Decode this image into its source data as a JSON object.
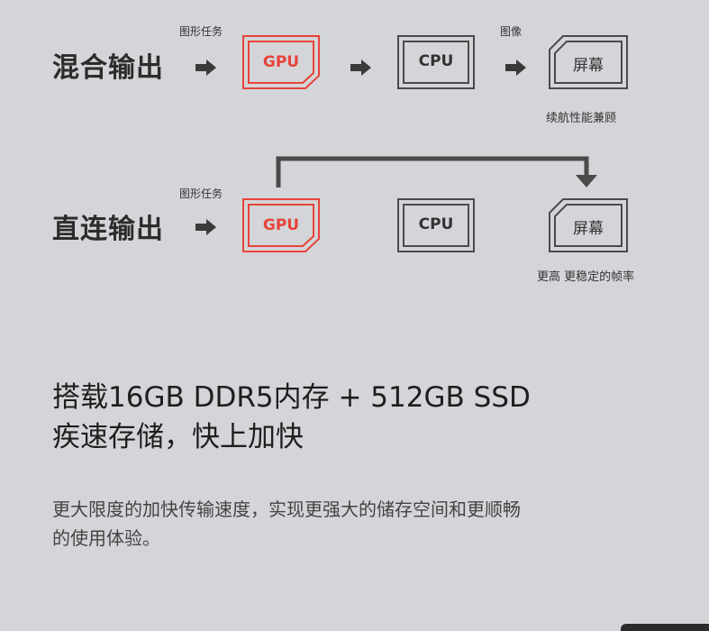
{
  "hybrid": {
    "label": "混合输出",
    "task_label": "图形任务",
    "image_label": "图像",
    "gpu": "GPU",
    "cpu": "CPU",
    "screen": "屏幕",
    "caption": "续航性能兼顾"
  },
  "direct": {
    "label": "直连输出",
    "task_label": "图形任务",
    "gpu": "GPU",
    "cpu": "CPU",
    "screen": "屏幕",
    "caption": "更高 更稳定的帧率"
  },
  "feature": {
    "headline_line1": "搭载16GB DDR5内存 + 512GB SSD",
    "headline_line2": "疾速存储，快上加快",
    "desc_line1": "更大限度的加快传输速度，实现更强大的储存空间和更顺畅",
    "desc_line2": "的使用体验。"
  },
  "colors": {
    "gpu_accent": "#e8433a",
    "outline": "#4a4a4a",
    "background": "#d3d5d8"
  }
}
